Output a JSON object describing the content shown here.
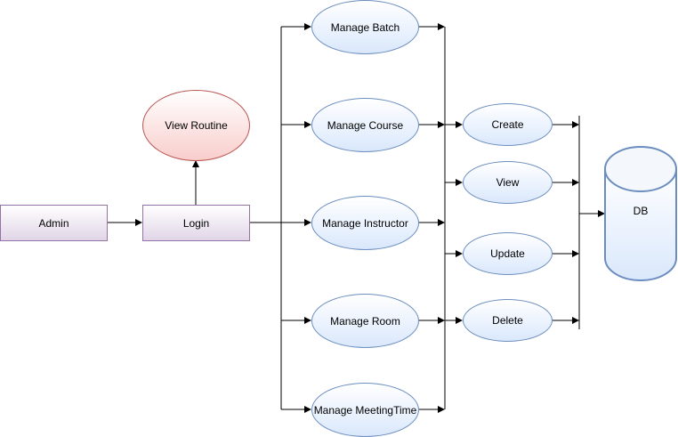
{
  "nodes": {
    "admin": "Admin",
    "login": "Login",
    "view_routine": "View Routine",
    "manage_batch": "Manage Batch",
    "manage_course": "Manage Course",
    "manage_instructor": "Manage Instructor",
    "manage_room": "Manage Room",
    "manage_meetingtime": "Manage MeetingTime",
    "create": "Create",
    "view": "View",
    "update": "Update",
    "delete": "Delete",
    "db": "DB"
  },
  "colors": {
    "rect_stroke": "#9673a6",
    "rect_fill": "#e1d5e7",
    "ellipse_stroke": "#6c8ebf",
    "ellipse_fill": "#dae8fc",
    "red_stroke": "#b85450",
    "red_fill": "#f8cecc"
  }
}
